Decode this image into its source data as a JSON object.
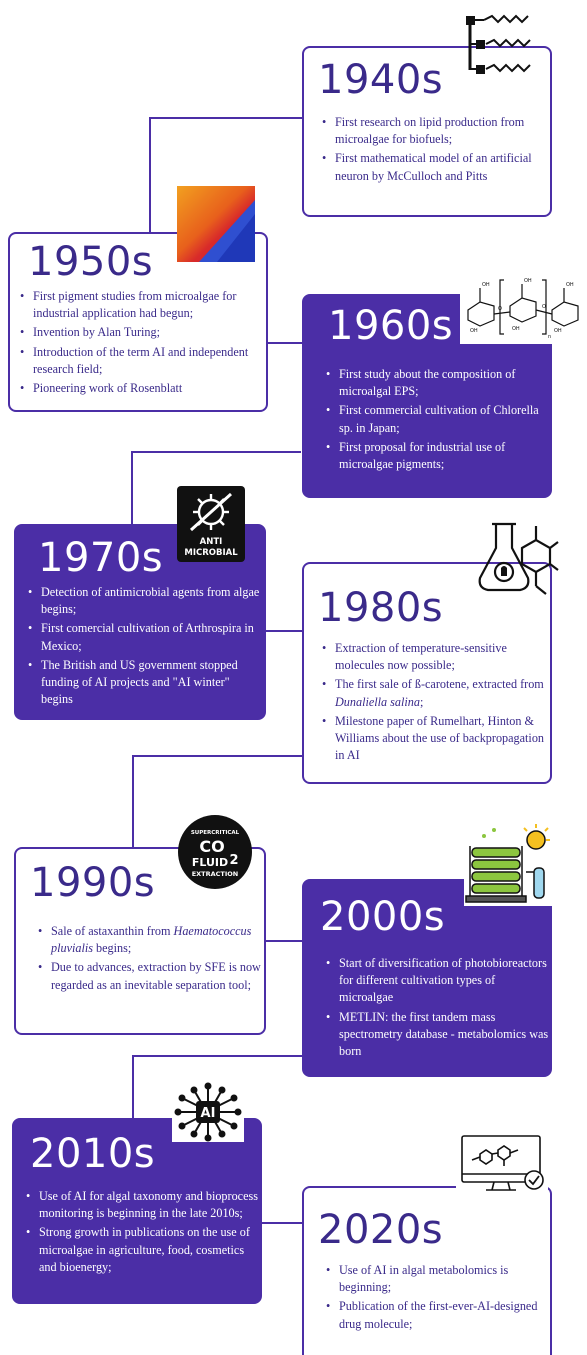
{
  "colors": {
    "purple": "#4b2ea6",
    "text_light": "#3a2a8a",
    "white": "#ffffff"
  },
  "timeline": [
    {
      "year": "1940s",
      "style": "light",
      "icon": "lipid-molecule-icon",
      "items": [
        "First research on lipid production from microalgae for biofuels;",
        "First mathematical model of an artificial neuron by McCulloch and Pitts"
      ]
    },
    {
      "year": "1950s",
      "style": "light",
      "icon": "pigment-image-icon",
      "items": [
        "First pigment studies from microalgae for industrial application had begun;",
        "Invention by Alan Turing;",
        "Introduction of the term AI and independent research field;",
        "Pioneering work of Rosenblatt"
      ]
    },
    {
      "year": "1960s",
      "style": "dark",
      "icon": "polysaccharide-structure-icon",
      "items": [
        "First study about the composition of microalgal EPS;",
        "First commercial cultivation of Chlorella sp. in Japan;",
        "First proposal for industrial use of microalgae pigments;"
      ]
    },
    {
      "year": "1970s",
      "style": "dark",
      "icon": "antimicrobial-icon",
      "icon_label": "ANTI\nMICROBIAL",
      "items": [
        "Detection of antimicrobial agents from algae begins;",
        "First comercial cultivation of Arthrospira in Mexico;",
        "The British and US government stopped funding of AI projects and \"AI winter\" begins"
      ]
    },
    {
      "year": "1980s",
      "style": "light",
      "icon": "lab-flask-icon",
      "items": [
        "Extraction of temperature-sensitive molecules now possible;",
        "The first sale of ß-carotene, extracted from Dunaliella salina;",
        "Milestone paper of Rumelhart, Hinton & Williams about the use of backpropagation in AI"
      ]
    },
    {
      "year": "1990s",
      "style": "light",
      "icon": "supercritical-co2-icon",
      "icon_label_top": "SUPERCRITICAL",
      "icon_label_mid": "CO",
      "icon_label_fluid": "FLUID",
      "icon_label_sub": "2",
      "icon_label_bottom": "EXTRACTION",
      "items": [
        "Sale of astaxanthin from Haematococcus pluvialis begins;",
        "Due to advances, extraction by SFE is now regarded as an inevitable separation tool;"
      ]
    },
    {
      "year": "2000s",
      "style": "dark",
      "icon": "photobioreactor-icon",
      "items": [
        "Start of diversification of photobioreactors for different cultivation types of microalgae",
        "METLIN: the first tandem mass spectrometry database - metabolomics was born"
      ]
    },
    {
      "year": "2010s",
      "style": "dark",
      "icon": "ai-chip-icon",
      "icon_label": "AI",
      "items": [
        "Use of AI for algal taxonomy and bioprocess monitoring is beginning in the late 2010s;",
        "Strong growth in publications on the use of microalgae in agriculture, food, cosmetics and bioenergy;"
      ]
    },
    {
      "year": "2020s",
      "style": "light",
      "icon": "computer-molecule-icon",
      "items": [
        "Use of AI in algal metabolomics is beginning;",
        "Publication of the first-ever-AI-designed drug molecule;"
      ]
    }
  ]
}
